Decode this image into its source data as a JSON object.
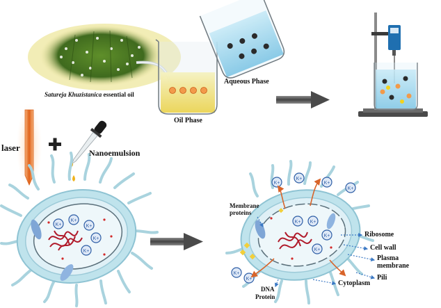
{
  "labels": {
    "essential_oil_italic": "Satureja Khuzistanica",
    "essential_oil_rest": " essential oil",
    "aqueous_phase": "Aqueous Phase",
    "oil_phase": "Oil Phase",
    "laser": "laser",
    "nanoemulsion": "Nanoemulsion",
    "membrane_proteins": "Membrane proteins",
    "ribosome": "Ribosome",
    "cell_wall": "Cell wall",
    "plasma_membrane": "Plasma membrane",
    "pili": "Pili",
    "dna": "DNA",
    "protein": "Protein",
    "cytoplasm": "Cytoplasm"
  },
  "colors": {
    "cell_membrane": "#bfe3ec",
    "cell_interior": "#e6f3f8",
    "pili": "#9cc9d6",
    "dna": "#b01a2a",
    "ion": "#2f6db3",
    "oil": "#f3d21c",
    "water": "#8fd0ea",
    "laser": "#f08a3a",
    "arrow": "#555555"
  },
  "icons": [
    "plant-photo",
    "beaker-icon",
    "stirrer-icon",
    "laser-probe-icon",
    "dropper-icon",
    "plus-icon",
    "bacterium-icon",
    "arrow-right-icon"
  ]
}
